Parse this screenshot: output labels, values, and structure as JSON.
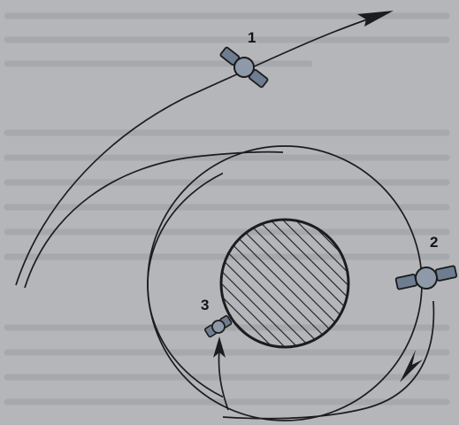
{
  "satellites": [
    {
      "label": "1"
    },
    {
      "label": "2"
    },
    {
      "label": "3"
    }
  ],
  "colors": {
    "background": "#b5b6b9",
    "line": "#1c1c1e",
    "satellite_body": "#8e9aa9",
    "solar_panel": "#6f7d90"
  },
  "icons": {
    "satellite": "satellite-icon",
    "arrow": "arrowhead-icon"
  }
}
